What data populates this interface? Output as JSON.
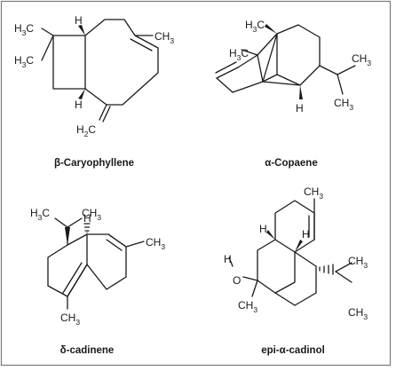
{
  "figure": {
    "frame_color": "#7a7a7a",
    "ink_color": "#1a1a1a",
    "panels": [
      {
        "caption": "β-Caryophyllene",
        "labels": {
          "ch3": "CH",
          "c": "C",
          "h": "H",
          "sub3": "3",
          "sub2": "2"
        }
      },
      {
        "caption": "α-Copaene",
        "labels": {
          "ch3": "CH",
          "c": "C",
          "h": "H",
          "sub3": "3"
        }
      },
      {
        "caption": "δ-cadinene",
        "labels": {
          "ch3": "CH",
          "c": "C",
          "h": "H",
          "sub3": "3"
        }
      },
      {
        "caption": "epi-α-cadinol",
        "labels": {
          "ch3": "CH",
          "c": "C",
          "h": "H",
          "o": "O",
          "sub3": "3"
        }
      }
    ]
  }
}
